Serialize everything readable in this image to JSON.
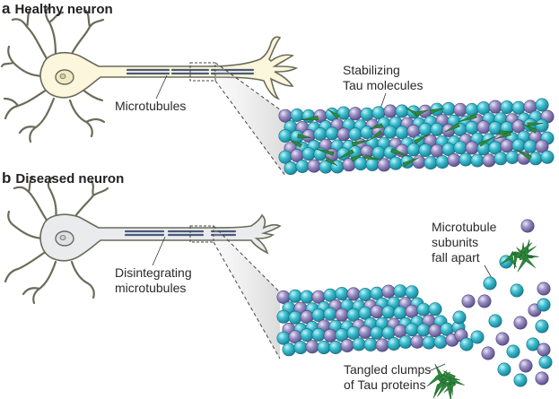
{
  "panel_a": {
    "letter": "a",
    "title": "Healthy neuron",
    "label_microtubules": "Microtubules",
    "label_tau_line1": "Stabilizing",
    "label_tau_line2": "Tau molecules"
  },
  "panel_b": {
    "letter": "b",
    "title": "Diseased neuron",
    "label_disintegrating_line1": "Disintegrating",
    "label_disintegrating_line2": "microtubules",
    "label_subunits_line1": "Microtubule",
    "label_subunits_line2": "subunits",
    "label_subunits_line3": "fall apart",
    "label_tangles_line1": "Tangled clumps",
    "label_tangles_line2": "of Tau proteins"
  },
  "colors": {
    "healthy_neuron_fill": "#fcf6dc",
    "diseased_neuron_fill": "#e9ebed",
    "neuron_outline": "#6b6b5a",
    "tubulin_teal": "#3cbfd0",
    "tubulin_purple": "#9a8ec4",
    "tau_green": "#2e8a3c",
    "microtubule_line": "#4a5a7a"
  }
}
